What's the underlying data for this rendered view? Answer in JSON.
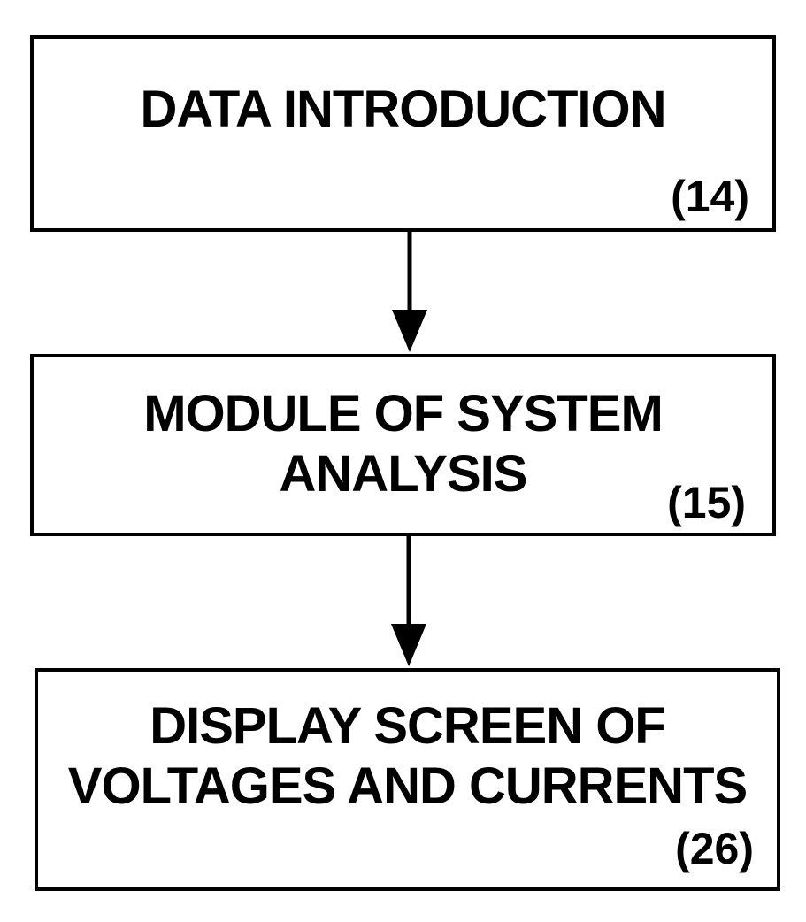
{
  "diagram": {
    "nodes": [
      {
        "id": "data-introduction",
        "lines": [
          "DATA INTRODUCTION"
        ],
        "ref": "(14)"
      },
      {
        "id": "module-of-system-analysis",
        "lines": [
          "MODULE OF SYSTEM",
          "ANALYSIS"
        ],
        "ref": "(15)"
      },
      {
        "id": "display-screen",
        "lines": [
          "DISPLAY SCREEN OF",
          "VOLTAGES AND CURRENTS"
        ],
        "ref": "(26)"
      }
    ],
    "edges": [
      {
        "from": "data-introduction",
        "to": "module-of-system-analysis"
      },
      {
        "from": "module-of-system-analysis",
        "to": "display-screen"
      }
    ],
    "colors": {
      "line": "#000000",
      "background": "#ffffff"
    }
  }
}
